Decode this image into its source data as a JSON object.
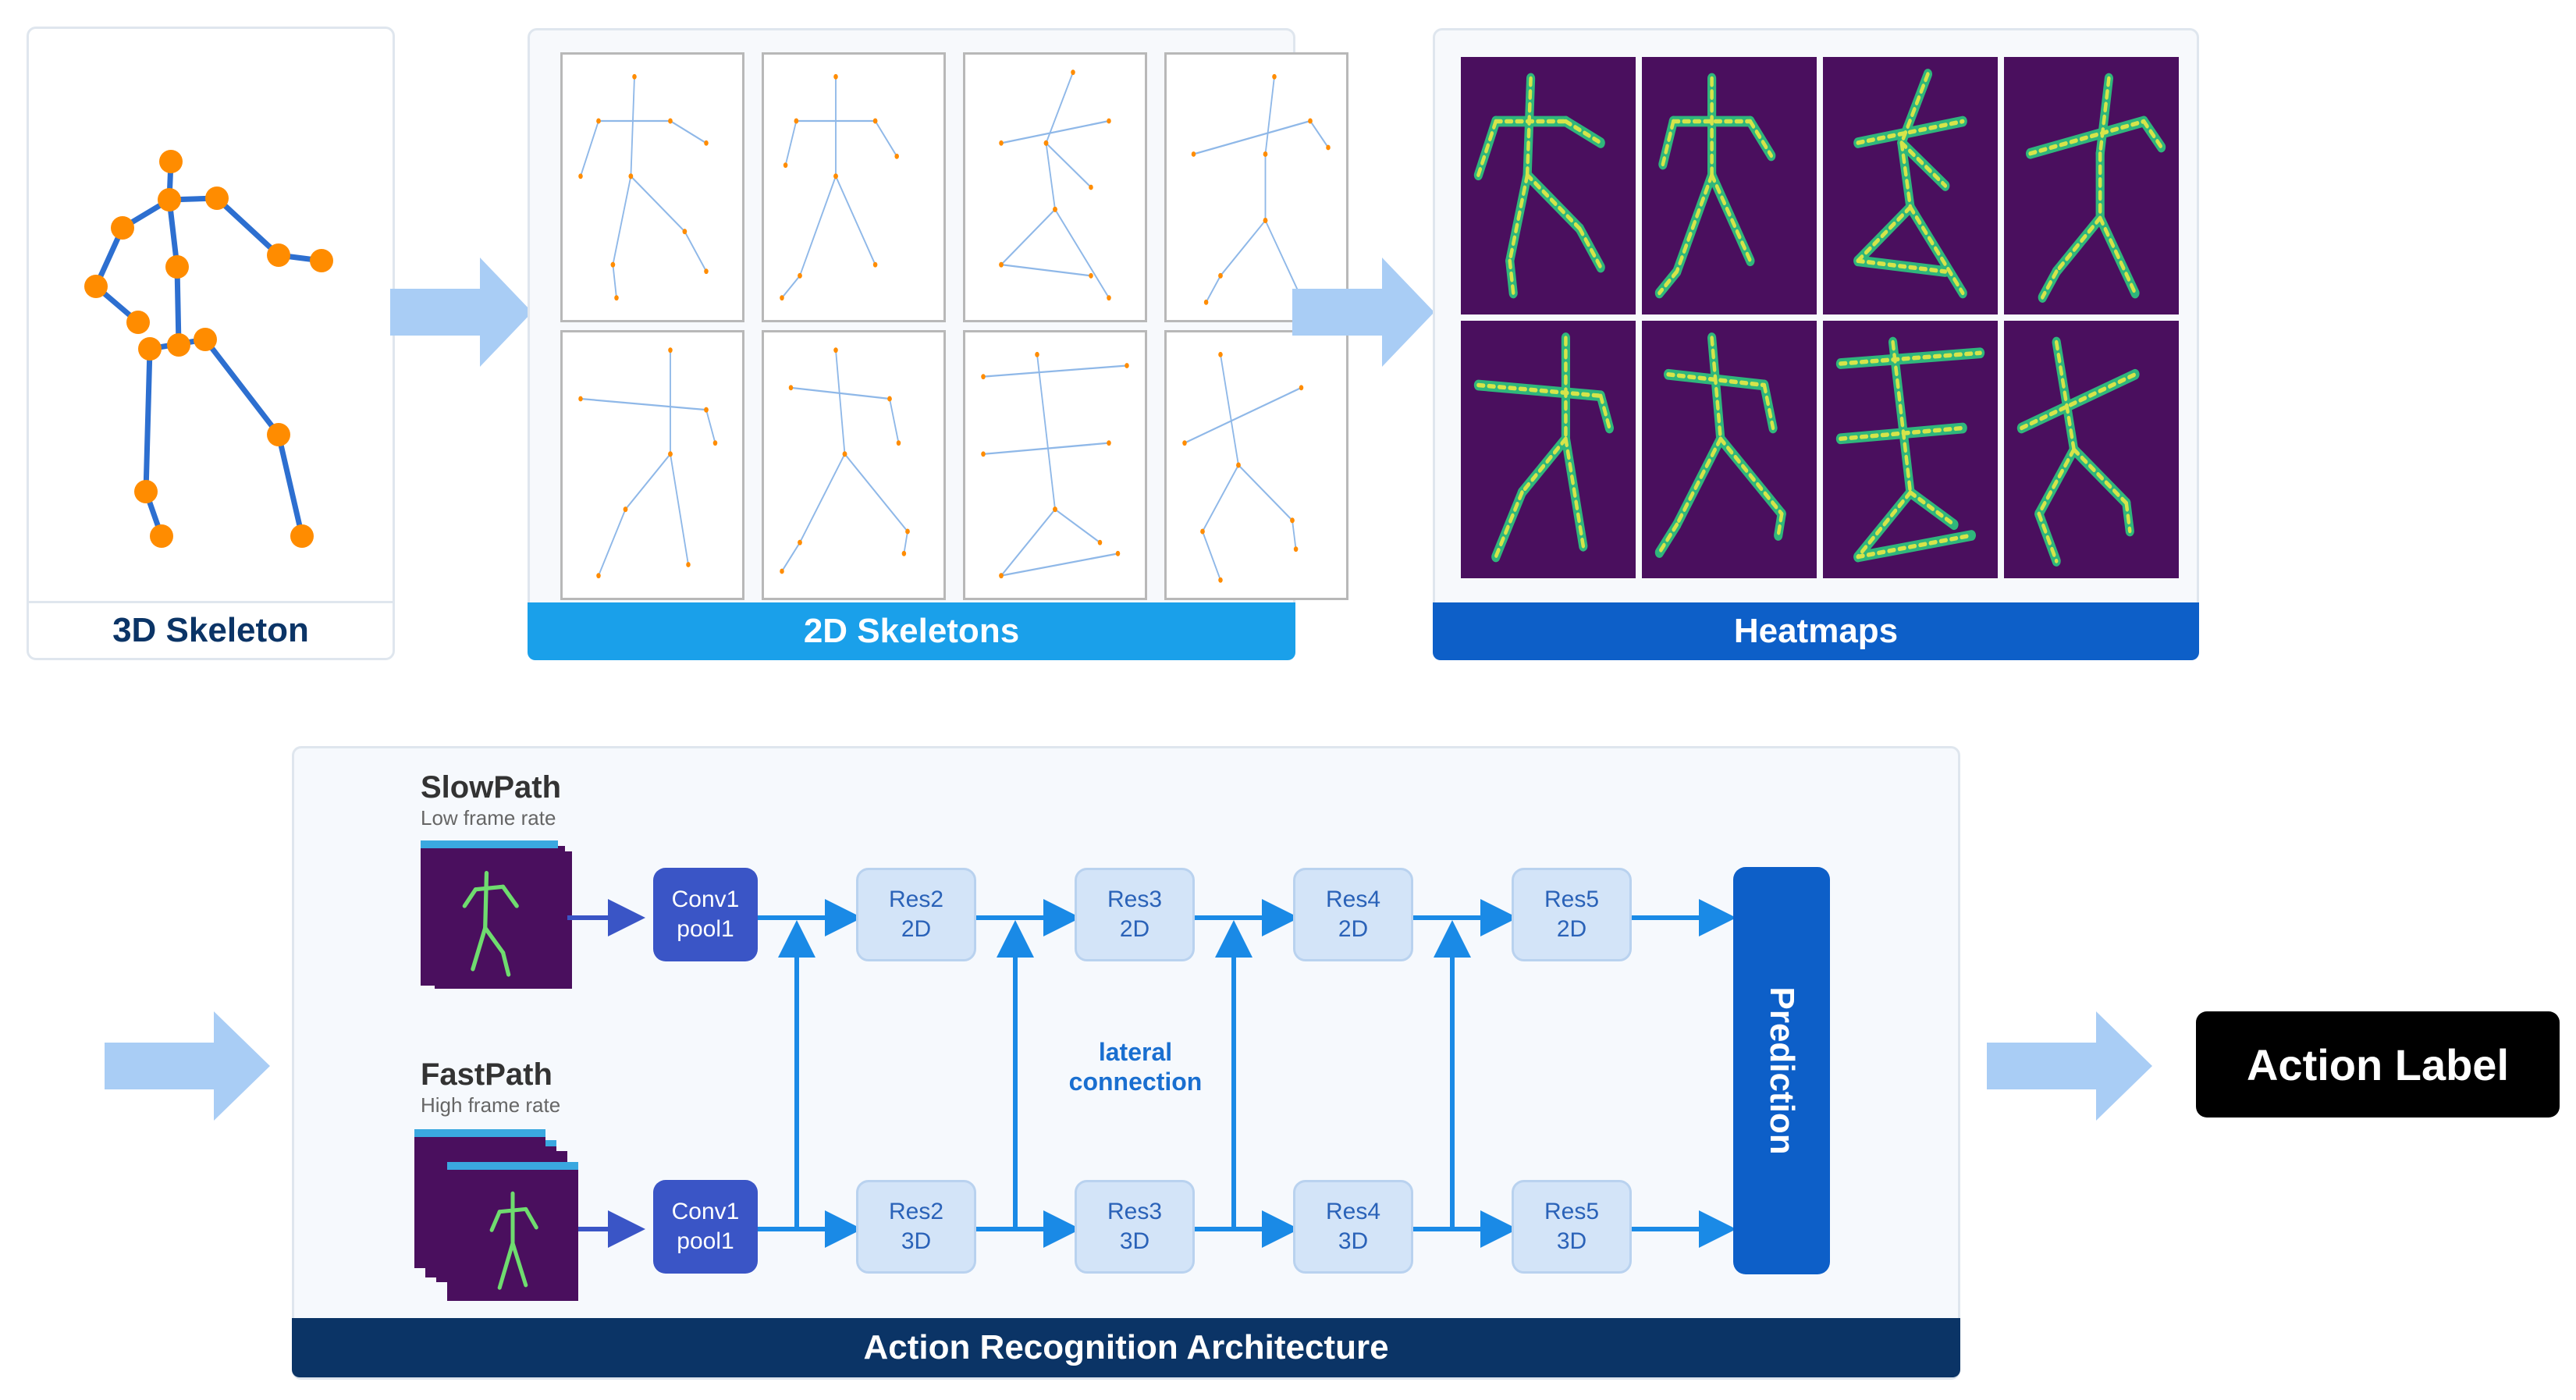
{
  "top": {
    "skeleton3d": {
      "caption": "3D Skeleton"
    },
    "skeletons2d": {
      "caption": "2D Skeletons"
    },
    "heatmaps": {
      "caption": "Heatmaps"
    }
  },
  "architecture": {
    "caption": "Action Recognition Architecture",
    "slow": {
      "title": "SlowPath",
      "subtitle": "Low frame rate"
    },
    "fast": {
      "title": "FastPath",
      "subtitle": "High frame rate"
    },
    "slow_blocks": [
      {
        "l1": "Conv1",
        "l2": "pool1"
      },
      {
        "l1": "Res2",
        "l2": "2D"
      },
      {
        "l1": "Res3",
        "l2": "2D"
      },
      {
        "l1": "Res4",
        "l2": "2D"
      },
      {
        "l1": "Res5",
        "l2": "2D"
      }
    ],
    "fast_blocks": [
      {
        "l1": "Conv1",
        "l2": "pool1"
      },
      {
        "l1": "Res2",
        "l2": "3D"
      },
      {
        "l1": "Res3",
        "l2": "3D"
      },
      {
        "l1": "Res4",
        "l2": "3D"
      },
      {
        "l1": "Res5",
        "l2": "3D"
      }
    ],
    "lateral": {
      "l1": "lateral",
      "l2": "connection"
    },
    "prediction": "Prediction"
  },
  "output": {
    "label": "Action Label"
  },
  "colors": {
    "arrow_light": "#a9cdf5",
    "flow_blue": "#1a8ae6",
    "caption_dark": "#0b3466",
    "caption_mid": "#0d5fc8",
    "caption_light": "#1aa0ea",
    "joint_orange": "#ff8c00",
    "bone_blue": "#2d6fd0"
  }
}
